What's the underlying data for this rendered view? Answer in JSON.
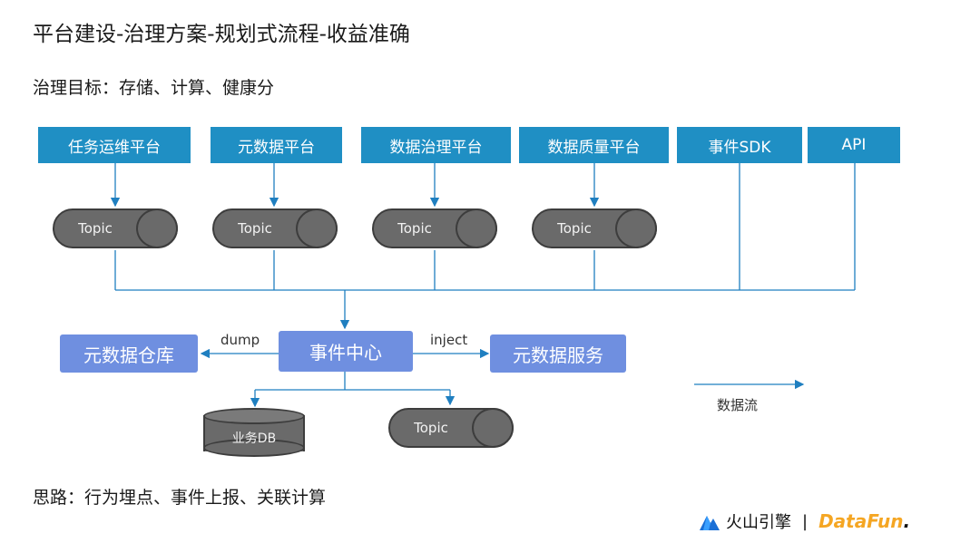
{
  "title": "平台建设-治理方案-规划式流程-收益准确",
  "goal": "治理目标：存储、计算、健康分",
  "idea": "思路：行为埋点、事件上报、关联计算",
  "sources": [
    "任务运维平台",
    "元数据平台",
    "数据治理平台",
    "数据质量平台",
    "事件SDK",
    "API"
  ],
  "topic_label": "Topic",
  "hub": "事件中心",
  "left_target": "元数据仓库",
  "right_target": "元数据服务",
  "edge_dump": "dump",
  "edge_inject": "inject",
  "db_label": "业务DB",
  "legend": "数据流",
  "brand": {
    "volc": "火山引擎",
    "separator": "|",
    "datafun": "DataFun",
    "datafun_dot": "."
  },
  "colors": {
    "source_box": "#1f8fc4",
    "purple_box": "#6f8fe0",
    "topic": "#6a6a6a",
    "line": "#1f7fc0"
  }
}
